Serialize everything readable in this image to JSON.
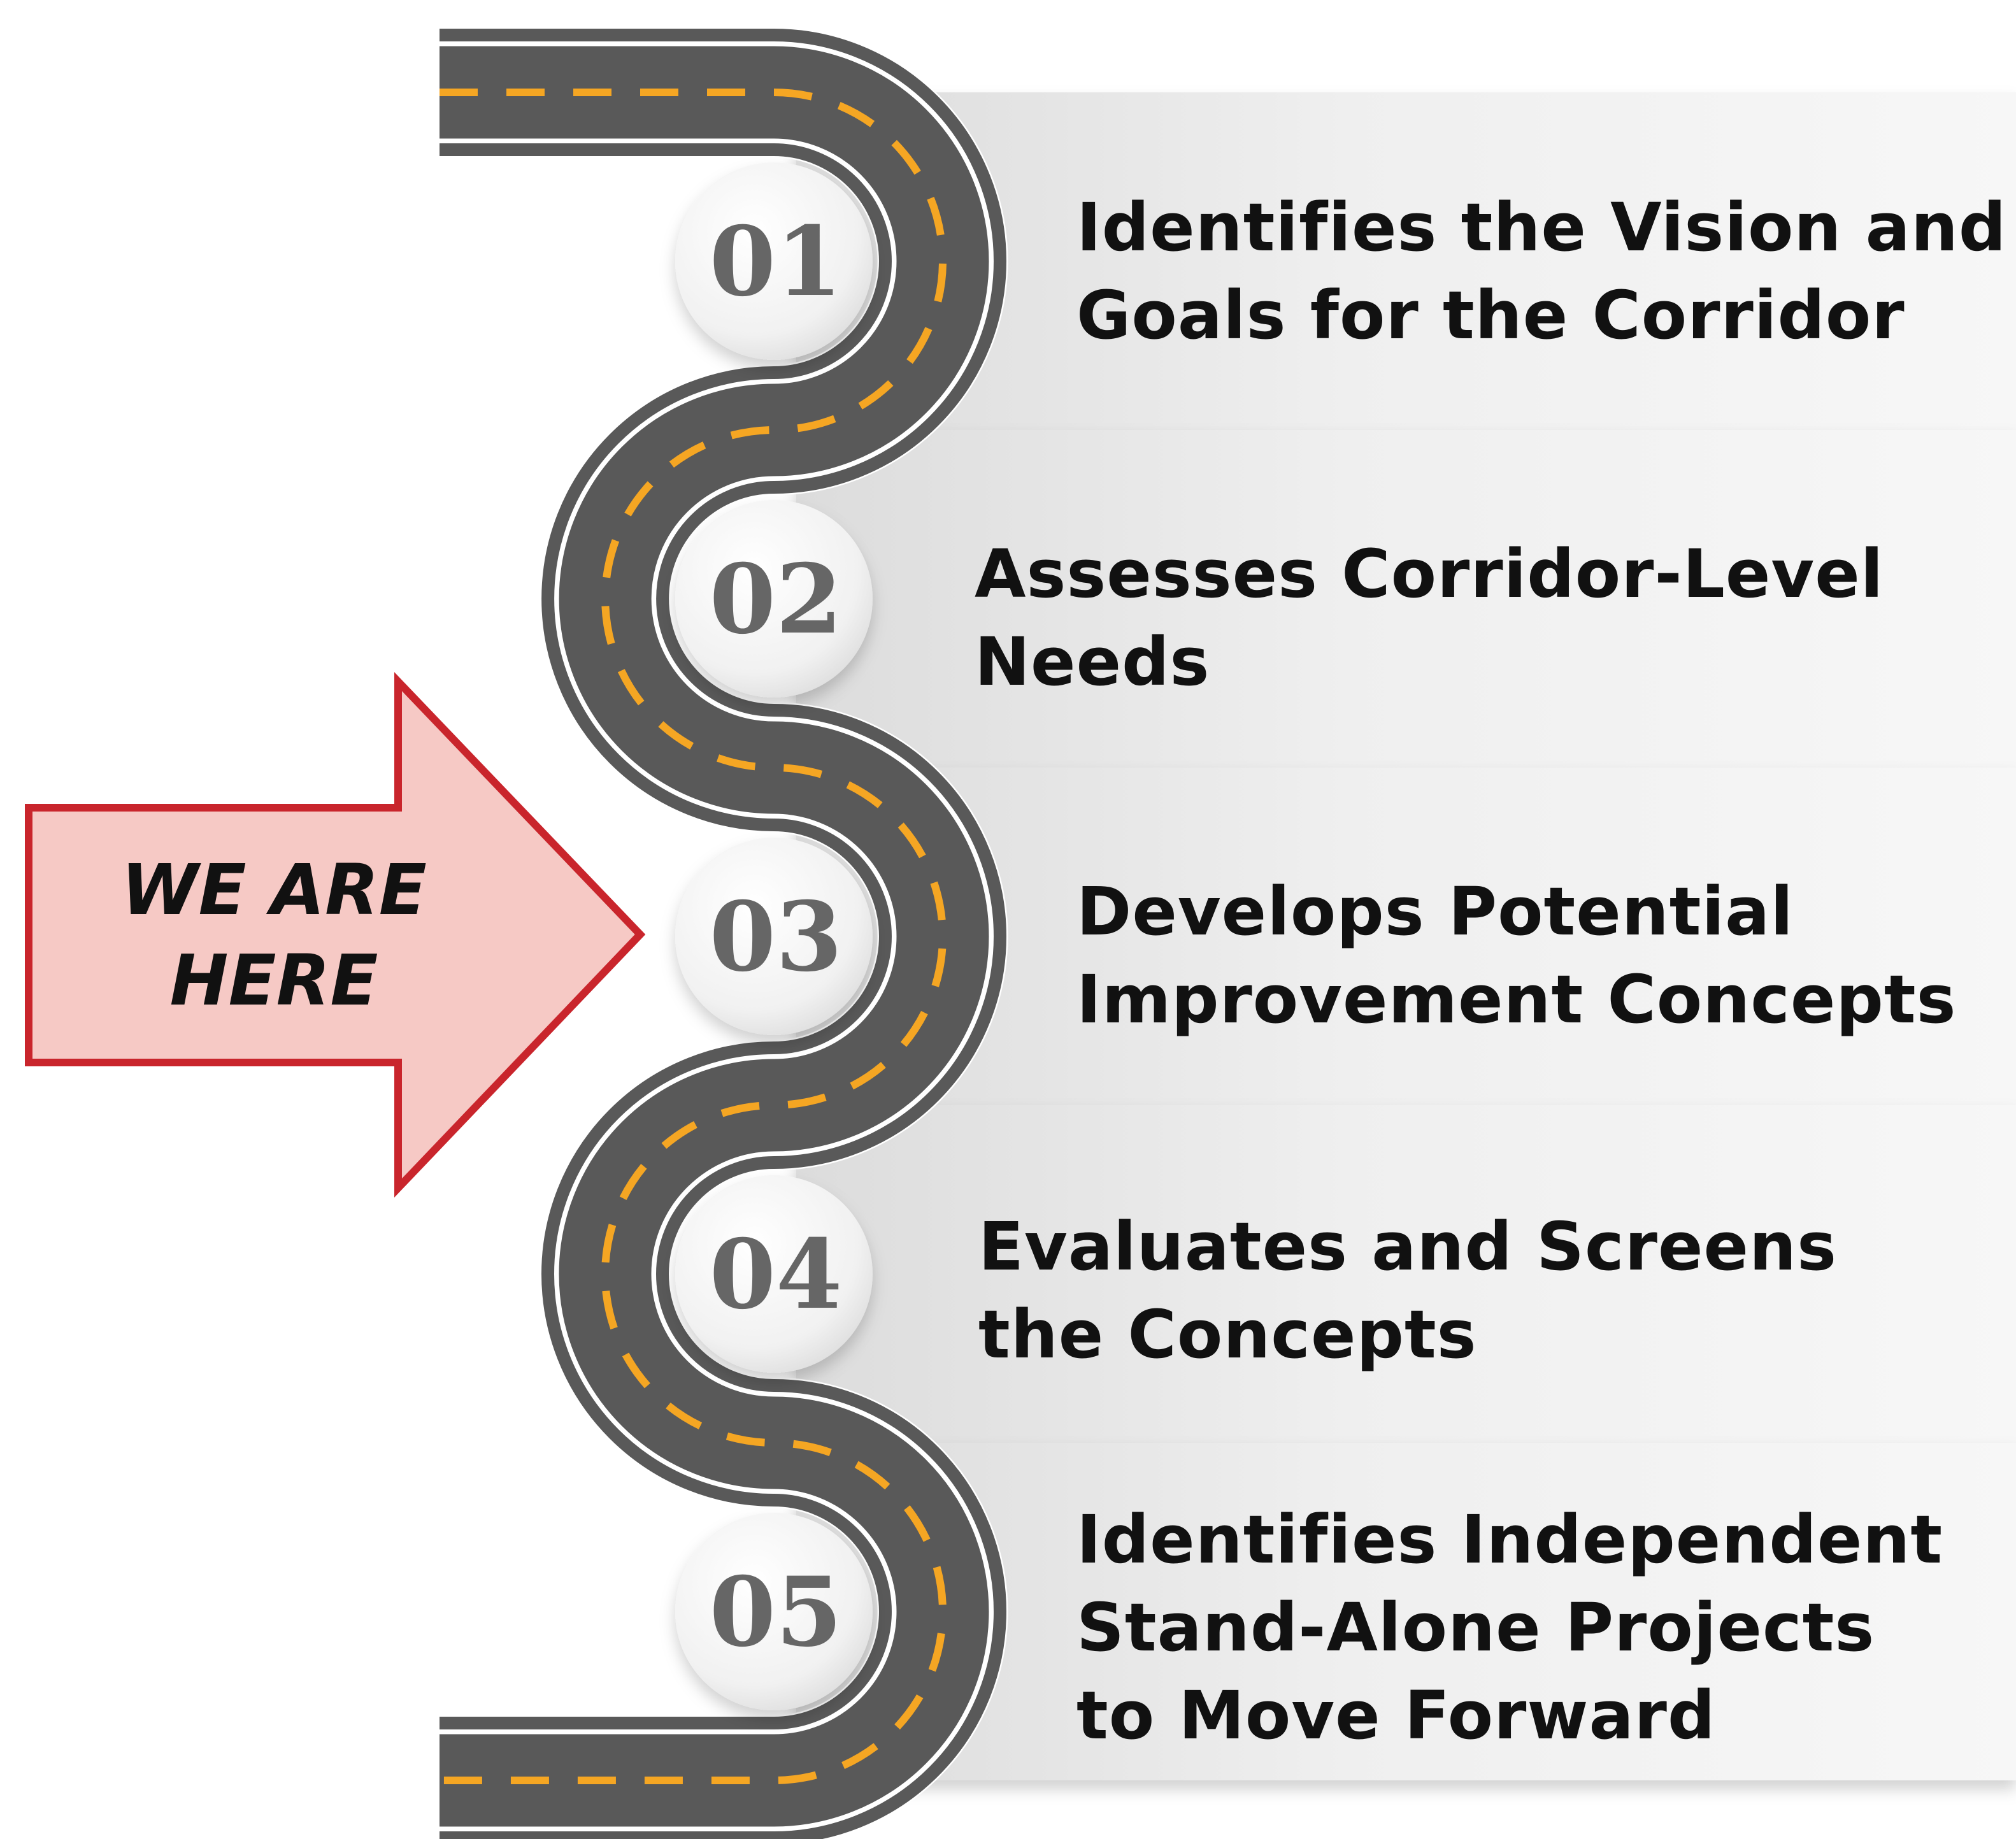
{
  "marker": {
    "label": "WE ARE\nHERE",
    "points_to_step": "03"
  },
  "steps": [
    {
      "number": "01",
      "text": "Identifies the Vision and\nGoals for the Corridor"
    },
    {
      "number": "02",
      "text": "Assesses Corridor-Level\nNeeds"
    },
    {
      "number": "03",
      "text": "Develops Potential\nImprovement Concepts"
    },
    {
      "number": "04",
      "text": "Evaluates and Screens\nthe Concepts"
    },
    {
      "number": "05",
      "text": "Identifies Independent\nStand-Alone Projects\nto Move Forward"
    }
  ],
  "colors": {
    "road": "#595959",
    "road_edge": "#595959",
    "lane_marking": "#f5a623",
    "marker_fill": "#f6c9c5",
    "marker_stroke": "#c9252c",
    "panel": "#ececec",
    "number_text": "#666666"
  },
  "icons": {
    "road": "winding-road",
    "marker": "right-arrow"
  }
}
